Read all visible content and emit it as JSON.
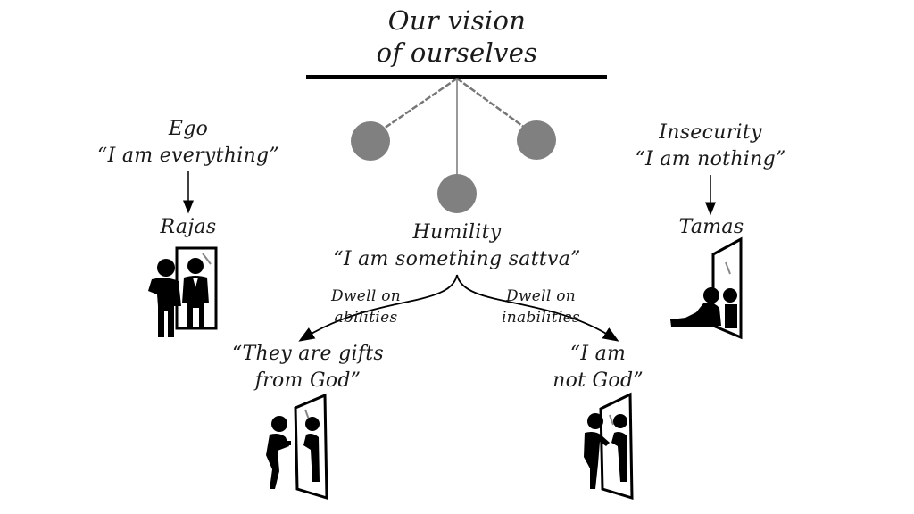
{
  "title": {
    "line1": "Our vision",
    "line2": "of ourselves"
  },
  "pendulum": {
    "circle_color": "#808080",
    "bar_color": "#000000",
    "string_color": "#8a8a8a"
  },
  "left": {
    "label": "Ego",
    "quote": "“I am everything”",
    "result": "Rajas",
    "figure_icon": "man-admiring-mirror-icon"
  },
  "right": {
    "label": "Insecurity",
    "quote": "“I am nothing”",
    "result": "Tamas",
    "figure_icon": "man-slumped-mirror-icon"
  },
  "center": {
    "label": "Humility",
    "quote": "“I am something sattva”"
  },
  "branches": [
    {
      "label_line1": "Dwell on",
      "label_line2": "abilities",
      "outcome_line1": "“They are gifts",
      "outcome_line2": "from God”",
      "figure_icon": "man-smiling-mirror-icon"
    },
    {
      "label_line1": "Dwell on",
      "label_line2": "inabilities",
      "outcome_line1": "“I am",
      "outcome_line2": "not God”",
      "figure_icon": "man-touching-mirror-icon"
    }
  ]
}
